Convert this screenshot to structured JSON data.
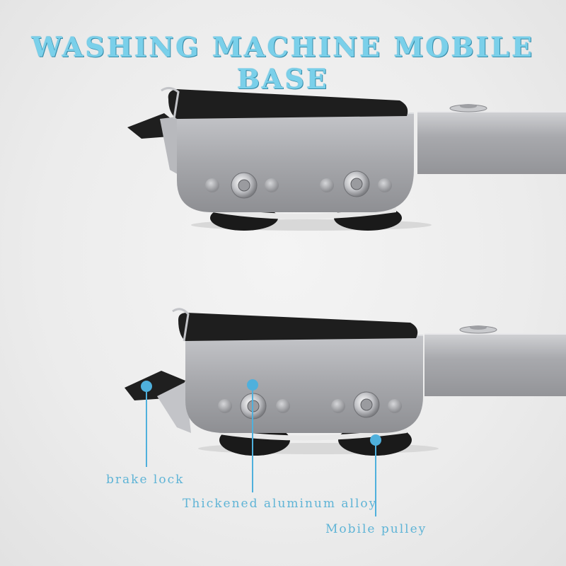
{
  "title": "WASHING MACHINE MOBILE BASE",
  "callouts": {
    "brake_lock": "brake lock",
    "alloy": "Thickened aluminum alloy",
    "pulley": "Mobile pulley"
  },
  "colors": {
    "accent": "#5fb4d6",
    "metal": "#a9aaae",
    "pad": "#1e1e1e"
  }
}
